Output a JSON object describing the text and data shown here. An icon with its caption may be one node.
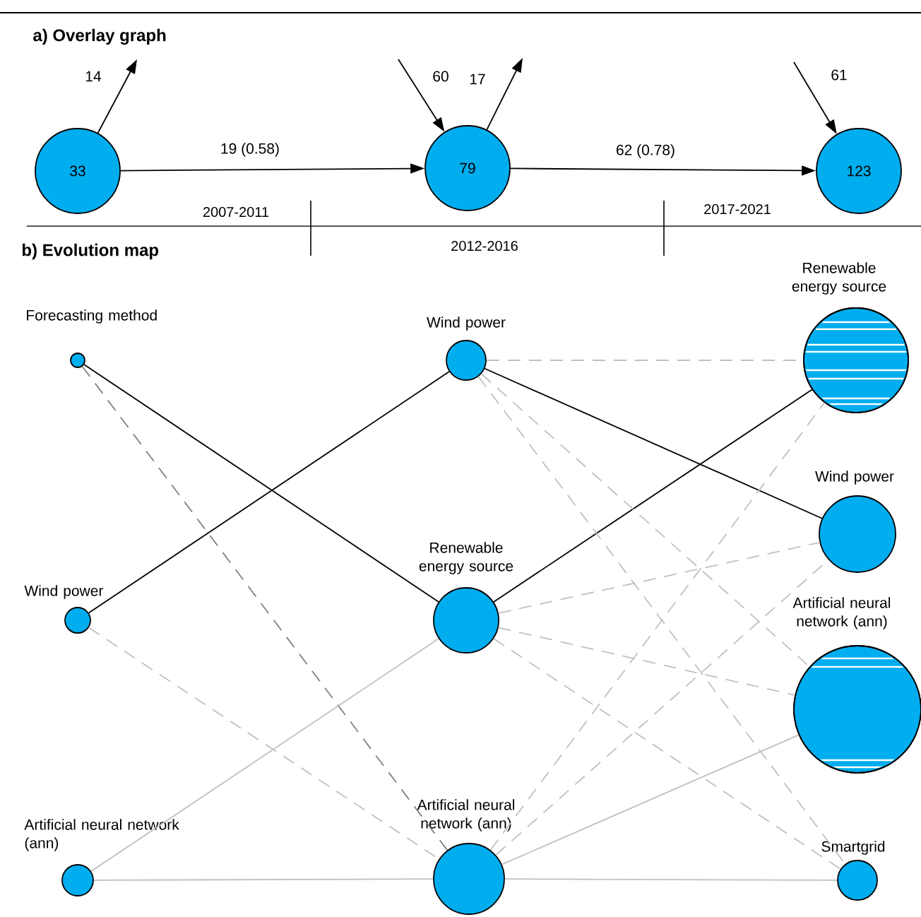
{
  "diagram": {
    "nodes": [
      {
        "text": [
          "33"
        ]
      },
      {
        "text": [
          "79"
        ]
      },
      {
        "text": [
          "123"
        ]
      },
      {
        "text": [
          "Forecasting method"
        ]
      },
      {
        "text": [
          "Wind power"
        ]
      },
      {
        "text": [
          "Artificial neural network (ann)"
        ]
      },
      {
        "text": [
          "Wind power"
        ]
      },
      {
        "text": [
          "Renewable energy source"
        ]
      },
      {
        "text": [
          "Artificial neural network (ann)"
        ]
      },
      {
        "text": [
          "Renewable energy source"
        ]
      },
      {
        "text": [
          "Wind power"
        ]
      },
      {
        "text": [
          "Artificial neural network (ann)"
        ]
      },
      {
        "text": [
          "Smartgrid"
        ]
      }
    ],
    "edges": [
      {
        "from": 0,
        "to": 1,
        "arrow": "to",
        "label": "19 (0.58)",
        "color": "#000000"
      },
      {
        "from": 1,
        "to": 2,
        "arrow": "to",
        "label": "62 (0.78)",
        "color": "#000000"
      },
      {
        "from": 0,
        "to": null,
        "arrow": "to",
        "label": "14",
        "color": "#000000"
      },
      {
        "from": null,
        "to": 1,
        "arrow": "to",
        "label": "60",
        "color": "#000000"
      },
      {
        "from": 1,
        "to": null,
        "arrow": "to",
        "label": "17",
        "color": "#000000"
      },
      {
        "from": null,
        "to": 2,
        "arrow": "to",
        "label": "61",
        "color": "#000000"
      },
      {
        "from": 3,
        "to": 7,
        "arrow": "none",
        "color": "#000000"
      },
      {
        "from": 4,
        "to": 6,
        "arrow": "none",
        "color": "#000000"
      },
      {
        "from": 6,
        "to": 10,
        "arrow": "none",
        "color": "#000000"
      },
      {
        "from": 7,
        "to": 9,
        "arrow": "none",
        "color": "#000000"
      },
      {
        "from": 3,
        "to": 8,
        "arrow": "none",
        "style": "dashed",
        "color": "#808080"
      },
      {
        "from": 4,
        "to": 8,
        "arrow": "none",
        "style": "dashed"
      },
      {
        "from": 5,
        "to": 7,
        "arrow": "none"
      },
      {
        "from": 5,
        "to": 8,
        "arrow": "none"
      },
      {
        "from": 8,
        "to": 11,
        "arrow": "none"
      },
      {
        "from": 8,
        "to": 12,
        "arrow": "none"
      },
      {
        "from": 6,
        "to": 9,
        "arrow": "none",
        "style": "dashed"
      },
      {
        "from": 6,
        "to": 11,
        "arrow": "none",
        "style": "dashed"
      },
      {
        "from": 6,
        "to": 12,
        "arrow": "none",
        "style": "dashed"
      },
      {
        "from": 7,
        "to": 10,
        "arrow": "none",
        "style": "dashed"
      },
      {
        "from": 7,
        "to": 11,
        "arrow": "none",
        "style": "dashed"
      },
      {
        "from": 7,
        "to": 12,
        "arrow": "none",
        "style": "dashed"
      },
      {
        "from": 8,
        "to": 9,
        "arrow": "none",
        "style": "dashed"
      },
      {
        "from": 8,
        "to": 10,
        "arrow": "none",
        "style": "dashed"
      }
    ],
    "labels": [
      "a) Overlay graph",
      "2007-2011",
      "2017-2021",
      "b) Evolution map",
      "2012-2016"
    ]
  }
}
